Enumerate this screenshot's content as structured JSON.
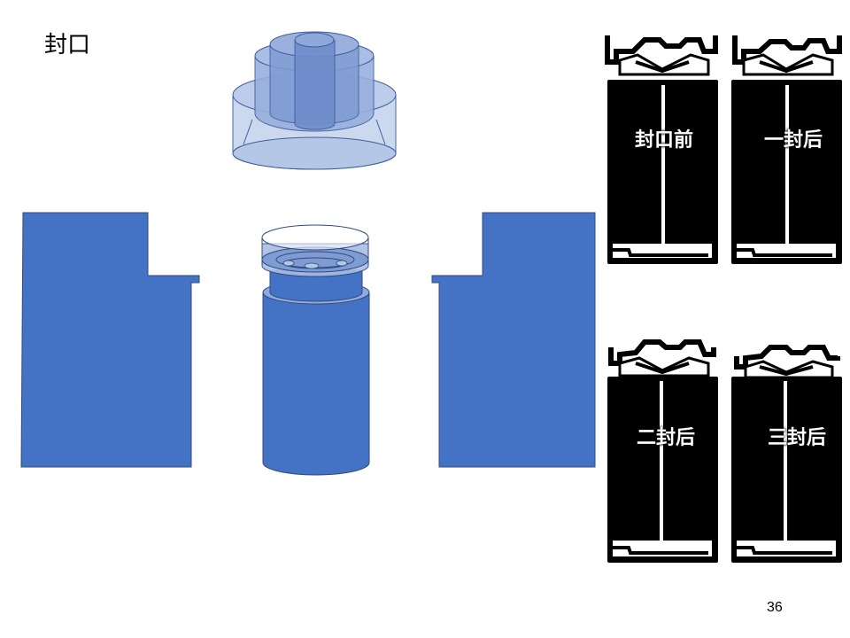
{
  "slide": {
    "title": "封口",
    "page_number": "36"
  },
  "stages": [
    {
      "label": "封口前"
    },
    {
      "label": "一封后"
    },
    {
      "label": "二封后"
    },
    {
      "label": "三封后"
    }
  ],
  "colors": {
    "mold_blue": "#4472C4",
    "ghost_blue": "#B4C7E7",
    "mid_blue": "#8FAADC",
    "outline": "#2F4A7A",
    "panel_black": "#000000"
  }
}
